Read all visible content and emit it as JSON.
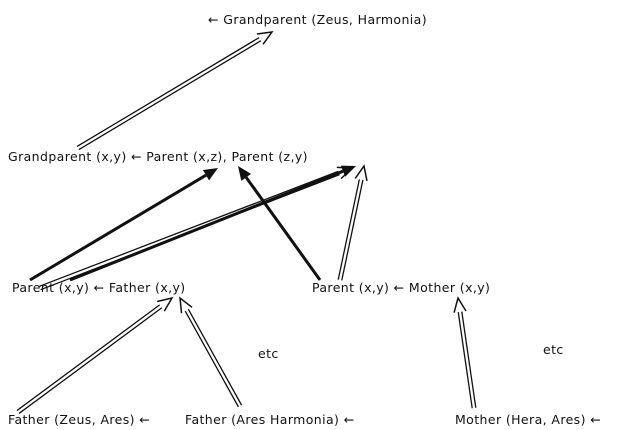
{
  "diagram": {
    "goal": "← Grandparent (Zeus, Harmonia)",
    "rule_grandparent": "Grandparent (x,y) ← Parent (x,z), Parent (z,y)",
    "rule_parent_father": "Parent (x,y) ← Father (x,y)",
    "rule_parent_mother": "Parent (x,y) ← Mother (x,y)",
    "etc_left": "etc",
    "etc_right": "etc",
    "fact_father_zeus_ares": "Father (Zeus, Ares) ←",
    "fact_father_ares_harmonia": "Father (Ares Harmonia) ←",
    "fact_mother_hera_ares": "Mother (Hera, Ares) ←"
  },
  "colors": {
    "ink": "#111111",
    "background": "#ffffff"
  }
}
